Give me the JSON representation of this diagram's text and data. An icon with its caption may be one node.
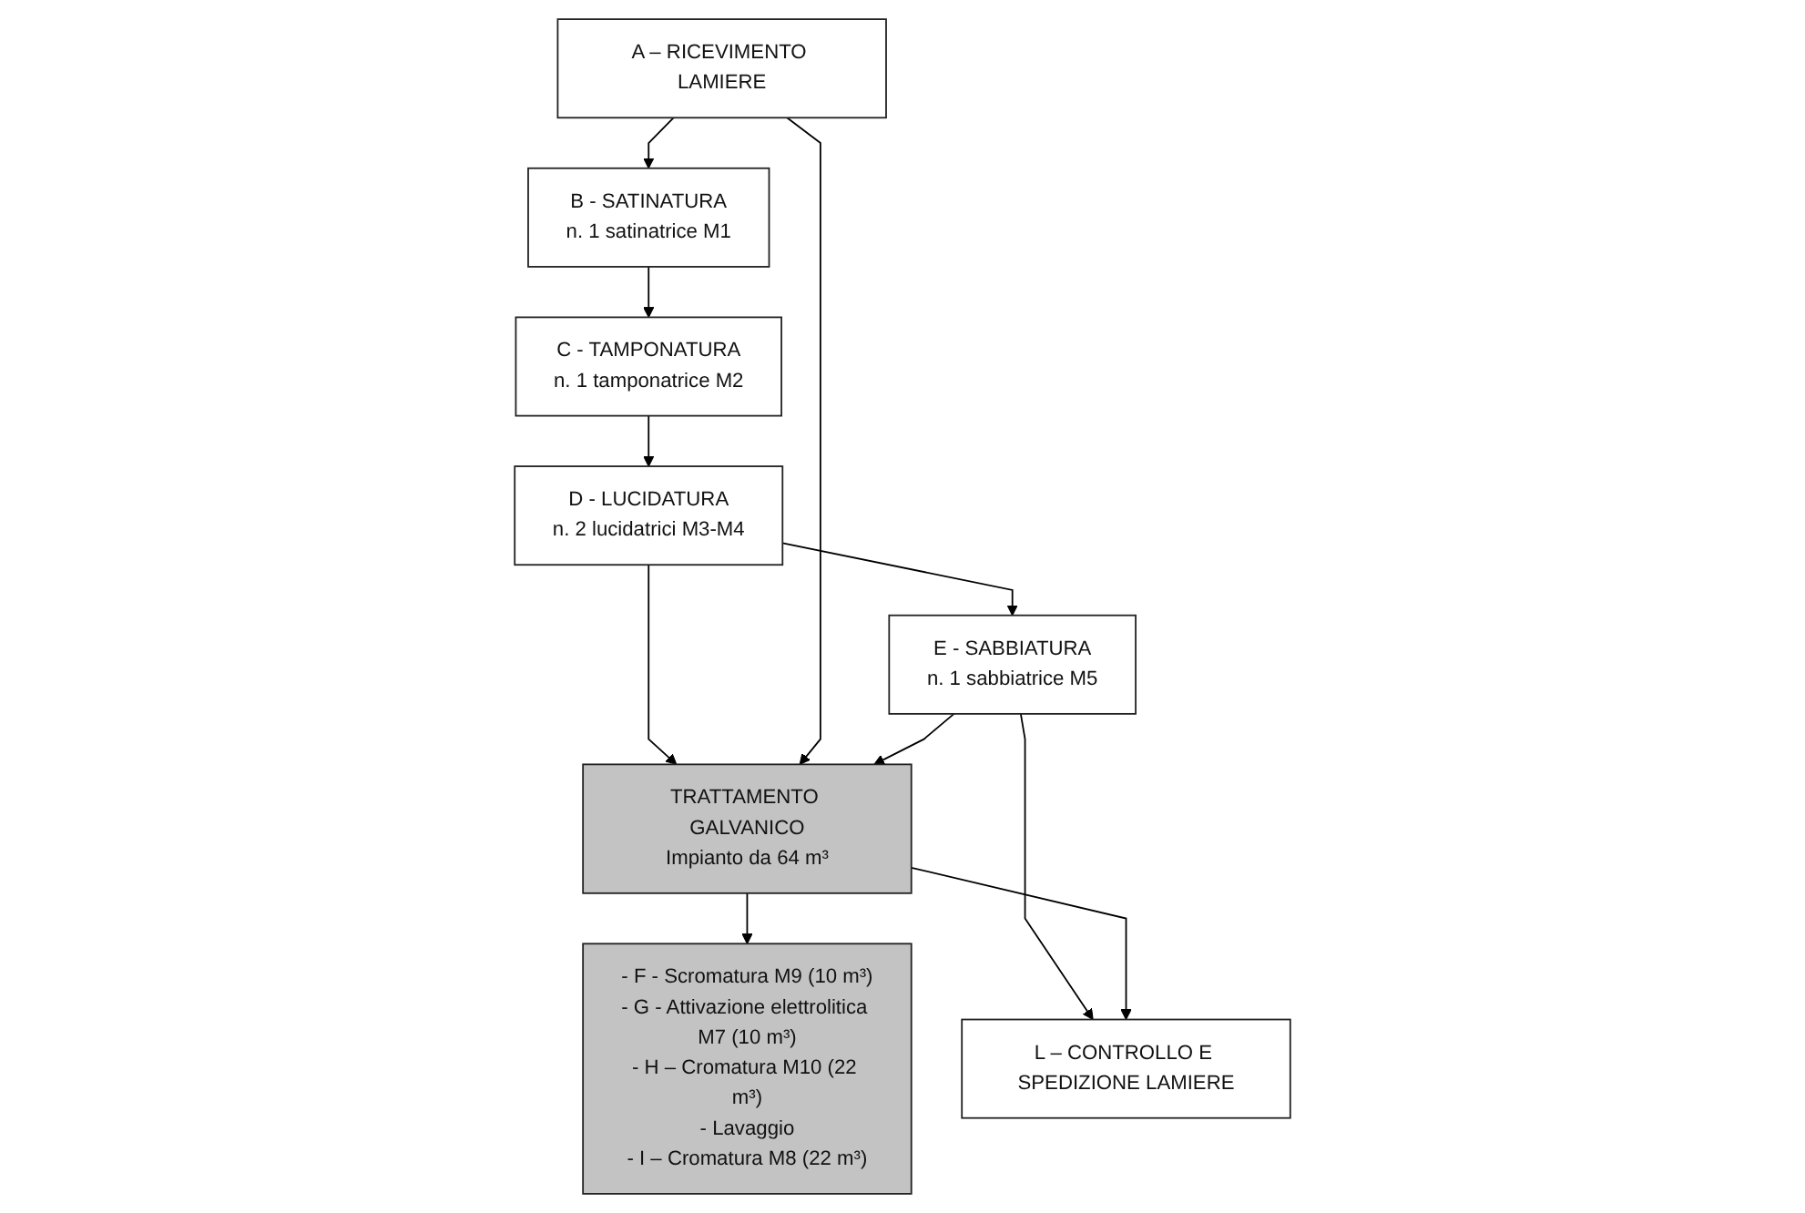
{
  "diagram": {
    "nodes": [
      {
        "text": [
          "A – RICEVIMENTO LAMIERE"
        ]
      },
      {
        "text": [
          "B - SATINATURA",
          "n. 1 satinatrice M1"
        ]
      },
      {
        "text": [
          "C - TAMPONATURA",
          "n. 1 tamponatrice M2"
        ]
      },
      {
        "text": [
          "D - LUCIDATURA",
          "n. 2 lucidatrici M3-M4"
        ]
      },
      {
        "text": [
          "E - SABBIATURA",
          "n. 1 sabbiatrice M5"
        ]
      },
      {
        "text": [
          "TRATTAMENTO GALVANICO",
          "Impianto da 64 m³"
        ]
      },
      {
        "text": [
          "- F - Scromatura M9 (10 m³)",
          "- G - Attivazione elettrolitica M7 (10 m³)",
          "- H – Cromatura M10 (22 m³)",
          "- Lavaggio",
          "- I – Cromatura M8 (22 m³)"
        ]
      },
      {
        "text": [
          "L – CONTROLLO E SPEDIZIONE LAMIERE"
        ]
      }
    ],
    "edges": [
      {
        "from": 0,
        "to": 1,
        "arrow": "to"
      },
      {
        "from": 1,
        "to": 2,
        "arrow": "to"
      },
      {
        "from": 2,
        "to": 3,
        "arrow": "to"
      },
      {
        "from": 3,
        "to": 4,
        "arrow": "to"
      },
      {
        "from": 3,
        "to": 5,
        "arrow": "to"
      },
      {
        "from": 0,
        "to": 5,
        "arrow": "to"
      },
      {
        "from": 4,
        "to": 5,
        "arrow": "to"
      },
      {
        "from": 5,
        "to": 6,
        "arrow": "to"
      },
      {
        "from": 4,
        "to": 7,
        "arrow": "to"
      },
      {
        "from": 5,
        "to": 7,
        "arrow": "to"
      }
    ]
  }
}
